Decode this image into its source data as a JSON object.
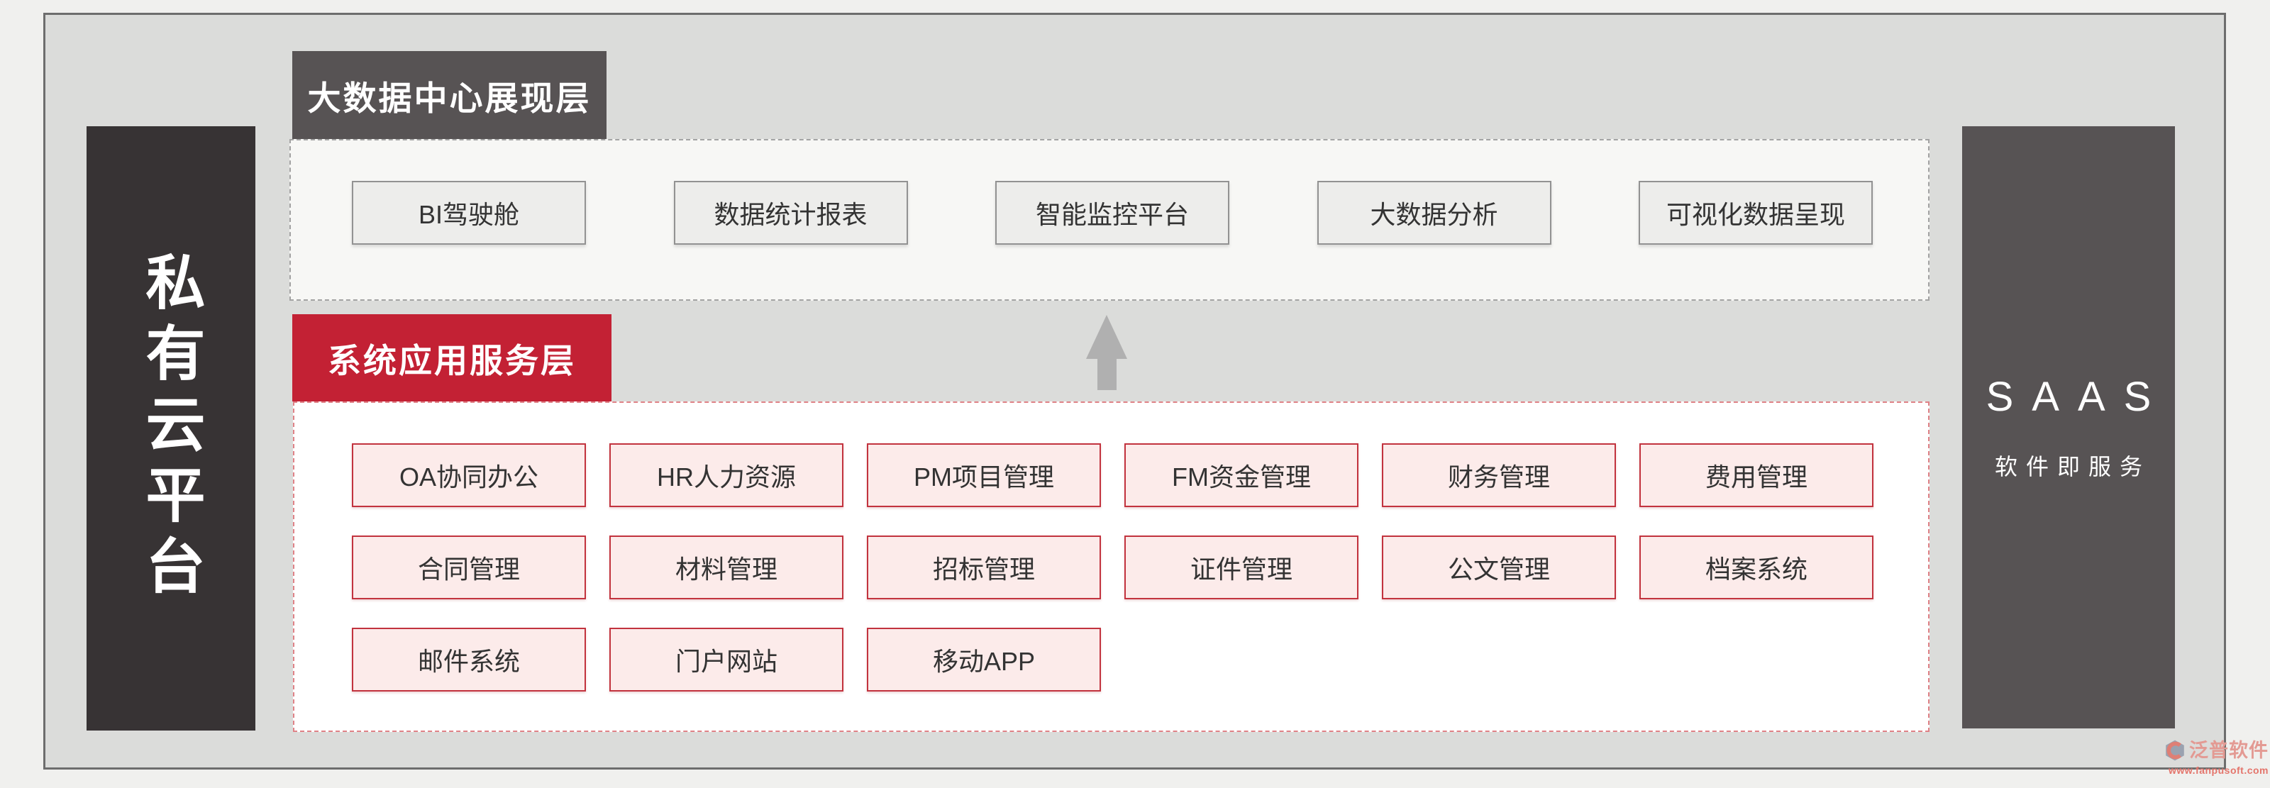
{
  "colors": {
    "accent_red": "#c32134",
    "header_dark_gray": "#575354",
    "left_bar_gray": "#373334",
    "pink_fill": "#fcebea",
    "pink_border": "#c2333e",
    "gray_box_fill": "#ededeb",
    "arrow_gray": "#b0b0b0",
    "frame_fill": "#dbdcda",
    "watermark_salmon": "#e4756c"
  },
  "left_bar": {
    "label": "私有云平台"
  },
  "right_bar": {
    "title": "SAAS",
    "subtitle": "软件即服务"
  },
  "presentation_layer": {
    "header": "大数据中心展现层",
    "items": [
      "BI驾驶舱",
      "数据统计报表",
      "智能监控平台",
      "大数据分析",
      "可视化数据呈现"
    ]
  },
  "application_layer": {
    "header": "系统应用服务层",
    "items": [
      "OA协同办公",
      "HR人力资源",
      "PM项目管理",
      "FM资金管理",
      "财务管理",
      "费用管理",
      "合同管理",
      "材料管理",
      "招标管理",
      "证件管理",
      "公文管理",
      "档案系统",
      "邮件系统",
      "门户网站",
      "移动APP"
    ]
  },
  "watermark": {
    "brand": "泛普软件",
    "url": "www.fanpusoft.com"
  }
}
